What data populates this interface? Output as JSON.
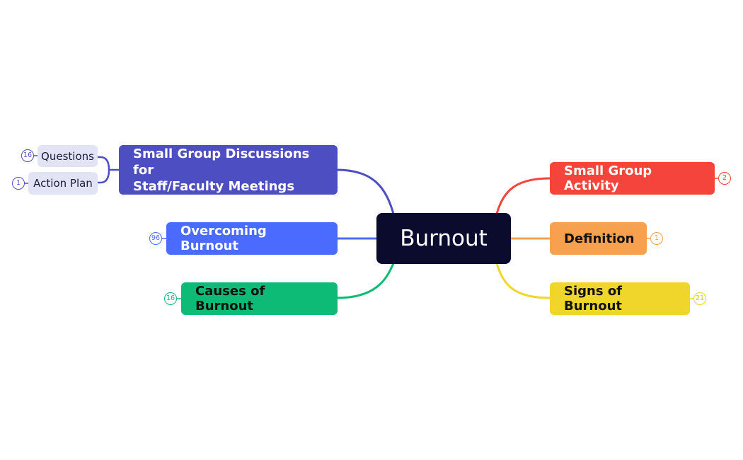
{
  "central": {
    "label": "Burnout",
    "color": "#0b0b2e"
  },
  "topics": {
    "discussions": {
      "label_line1": "Small Group Discussions for",
      "label_line2": "Staff/Faculty Meetings",
      "color": "#4d4ec2"
    },
    "overcoming": {
      "label": "Overcoming Burnout",
      "count": "96",
      "color": "#4b6bff"
    },
    "causes": {
      "label": "Causes of Burnout",
      "count": "16",
      "color": "#0dbb76"
    },
    "activity": {
      "label": "Small Group Activity",
      "count": "2",
      "color": "#f4443b"
    },
    "definition": {
      "label": "Definition",
      "count": "1",
      "color": "#f7a04d"
    },
    "signs": {
      "label": "Signs of Burnout",
      "count": "21",
      "color": "#f0d52a"
    }
  },
  "subtopics": {
    "questions": {
      "label": "Questions",
      "count": "16"
    },
    "action_plan": {
      "label": "Action Plan",
      "count": "1"
    }
  }
}
